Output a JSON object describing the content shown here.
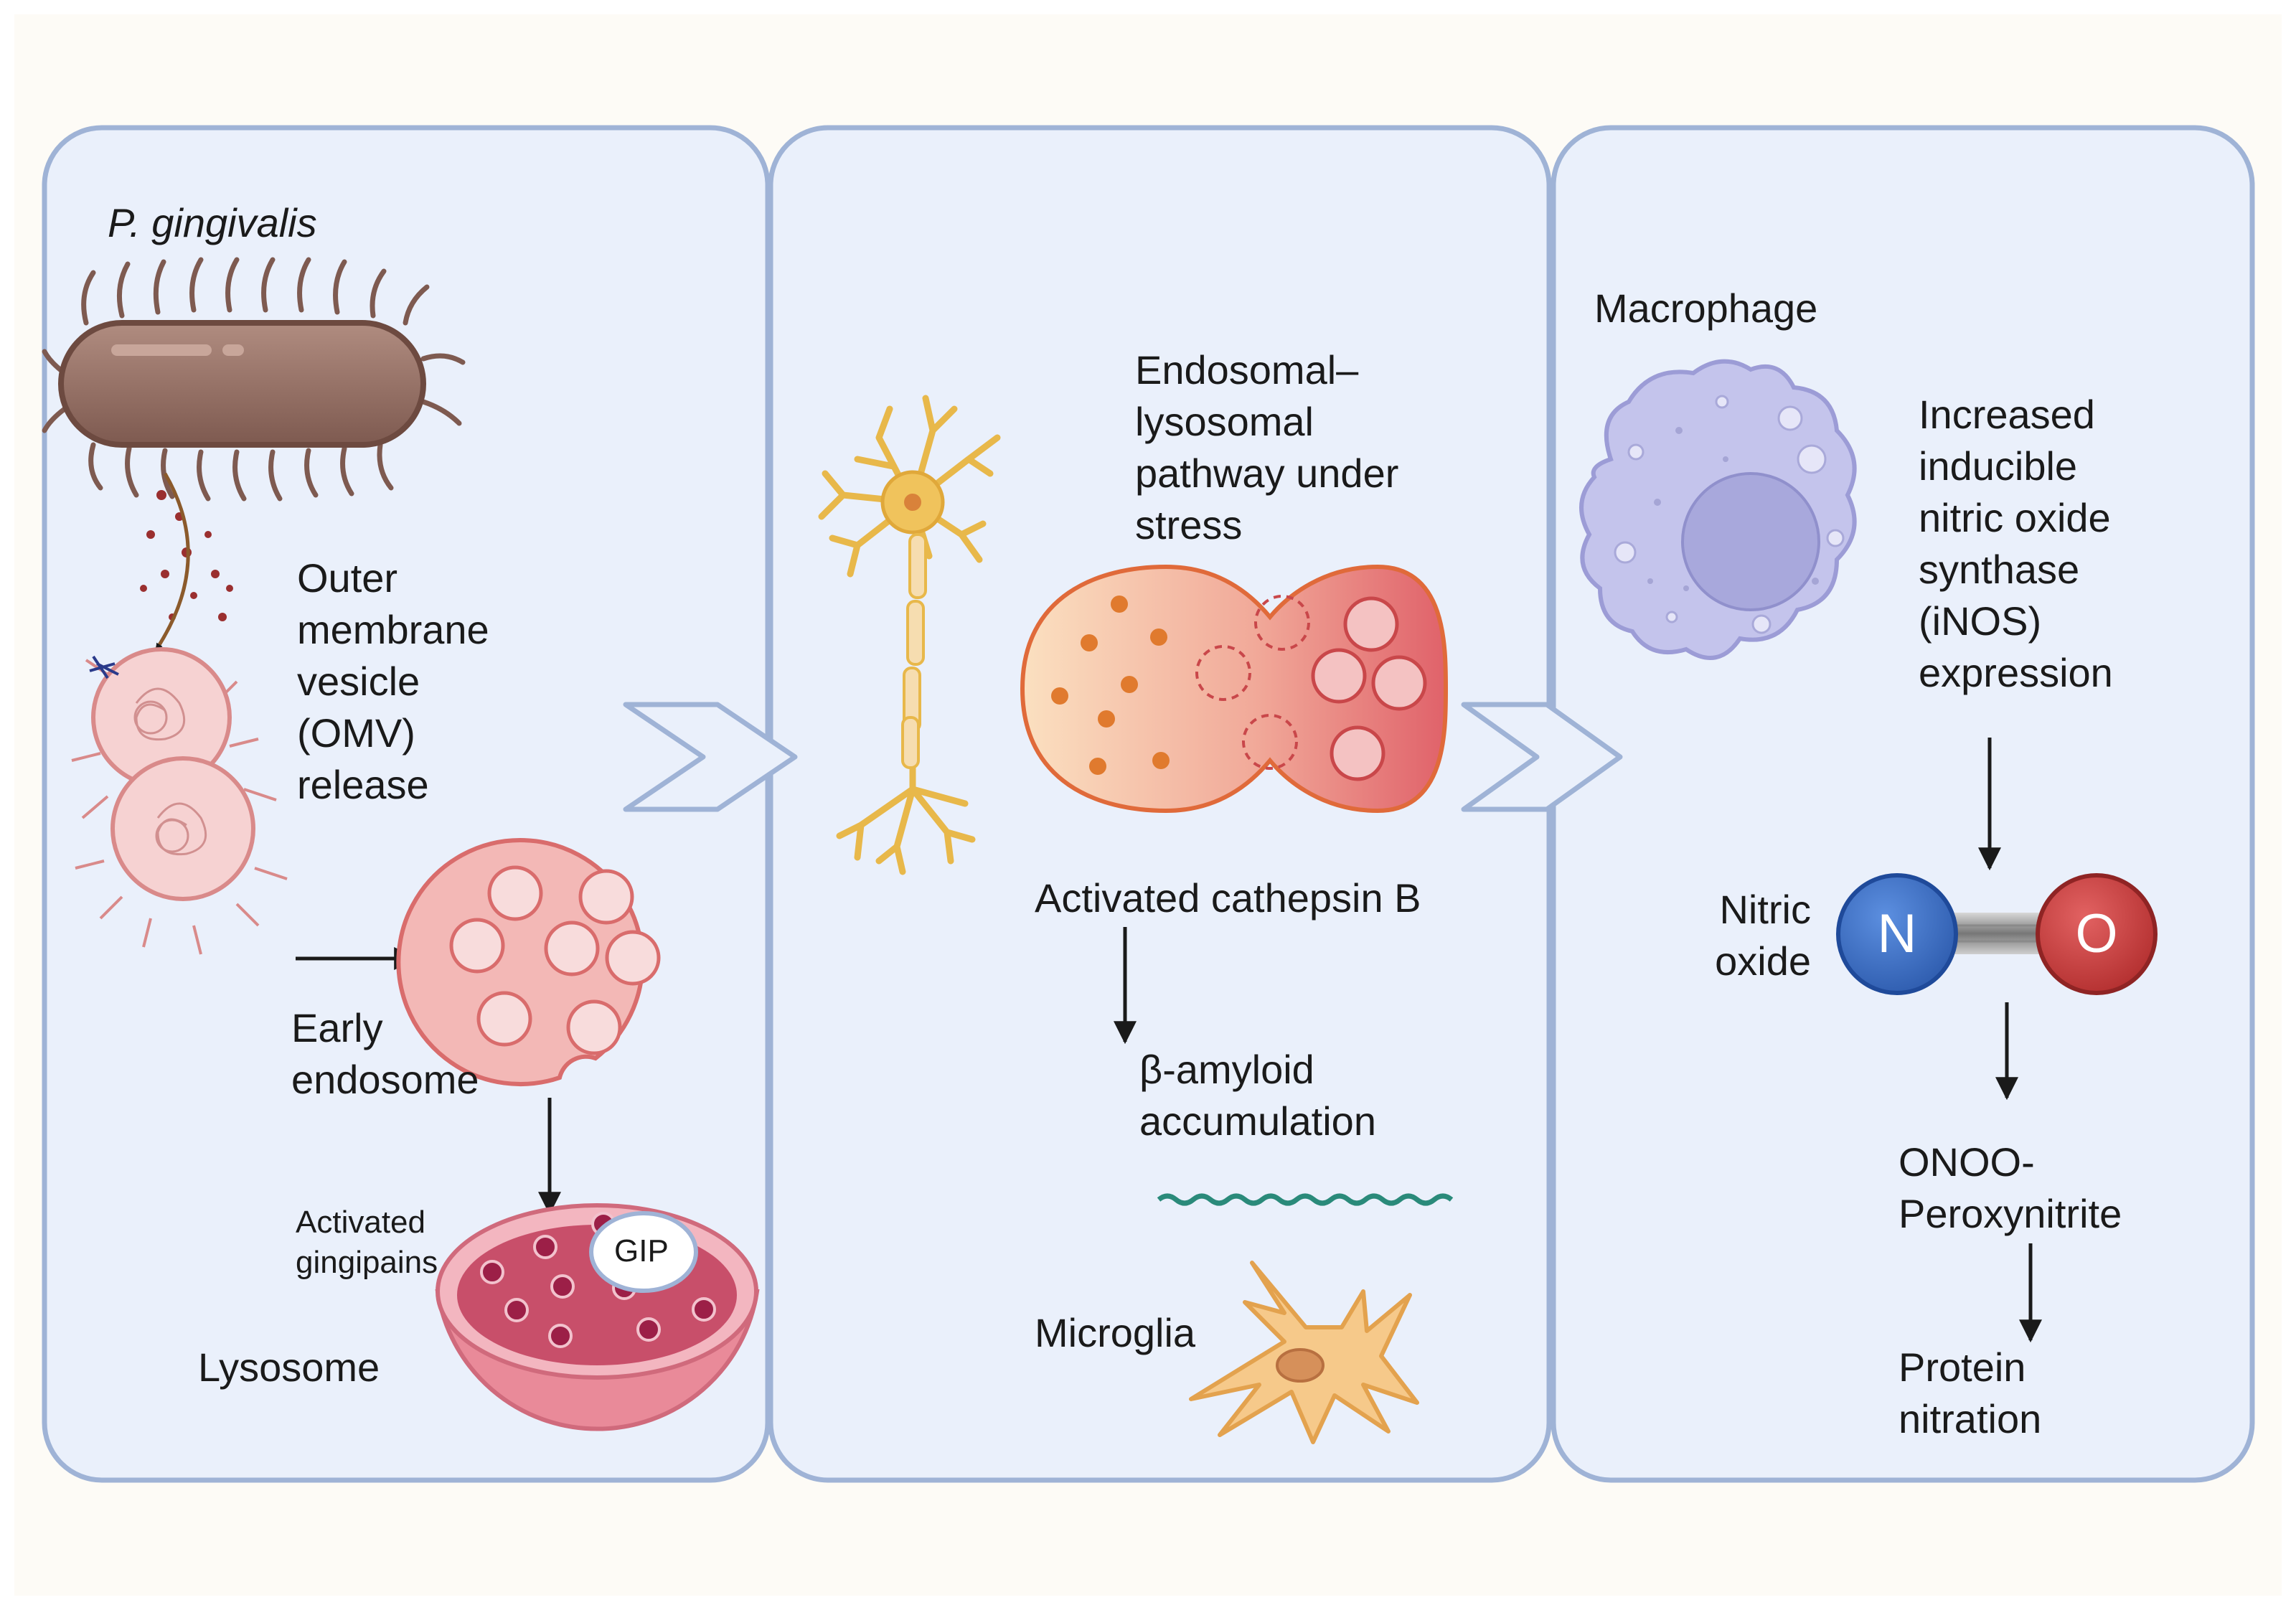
{
  "panel1": {
    "species": "P. gingivalis",
    "omv_label": "Outer\nmembrane\nvesicle\n(OMV)\nrelease",
    "early_endosome_label": "Early\nendosome",
    "gingipains_label": "Activated\ngingipains",
    "gip_badge": "GIP",
    "lysosome_label": "Lysosome"
  },
  "panel2": {
    "pathway_label": "Endosomal–\nlysosomal\npathway under\nstress",
    "cathepsin_label": "Activated cathepsin B",
    "amyloid_label": "β-amyloid\naccumulation",
    "microglia_label": "Microglia"
  },
  "panel3": {
    "macrophage_label": "Macrophage",
    "inos_label": "Increased\ninducible\nnitric oxide\nsynthase\n(iNOS)\nexpression",
    "nitric_oxide_label": "Nitric\noxide",
    "atom_n": "N",
    "atom_o": "O",
    "peroxynitrite_label": "ONOO-\nPeroxynitrite",
    "nitration_label": "Protein\nnitration"
  },
  "colors": {
    "panel_fill": "#eaf0fb",
    "panel_stroke": "#9fb3d6",
    "nitrogen": "#3a6fc4",
    "oxygen": "#cc3b3b",
    "lysosome": "#d85e7a",
    "neuron": "#e8b84a"
  }
}
